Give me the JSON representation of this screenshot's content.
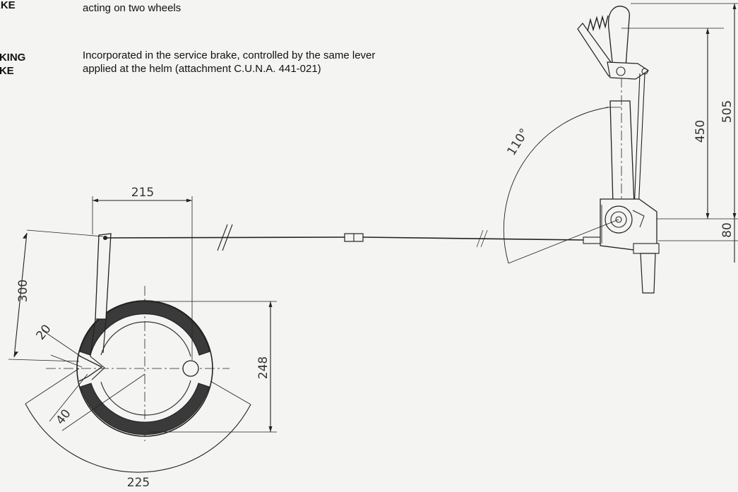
{
  "specs": {
    "brake": {
      "label": "AKE",
      "text": "acting on two wheels"
    },
    "parking_brake": {
      "label": "RKING\nAKE",
      "text": "Incorporated in the service brake, controlled by the same lever applied at the helm (attachment C.U.N.A. 441-021)"
    }
  },
  "dimensions": {
    "drum_lever_width": "215",
    "lever_arm_length": "300",
    "shoe_gap": "20",
    "pivot_offset": "40",
    "drum_diameter": "248",
    "arc_width": "225",
    "lever_angle": "110°",
    "lever_height_450": "450",
    "lever_height_505": "505",
    "base_height": "80"
  },
  "colors": {
    "ink": "#222222",
    "shoe": "#3a3a3a",
    "paper": "#f4f4f3"
  }
}
